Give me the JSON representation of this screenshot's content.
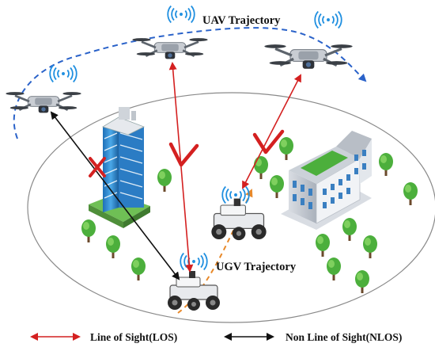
{
  "labels": {
    "uav_trajectory": "UAV Trajectory",
    "ugv_trajectory": "UGV Trajectory"
  },
  "legend": {
    "los": "Line of Sight(LOS)",
    "nlos": "Non Line of Sight(NLOS)"
  },
  "colors": {
    "los": "#d42020",
    "nlos": "#111111",
    "uav_path": "#2a62c9",
    "ugv_path": "#e8892a",
    "signal": "#1f8fe0",
    "ellipse": "#8a8a8a"
  },
  "icons": {
    "uav": "drone-icon",
    "ugv": "robot-vehicle-icon",
    "signal": "wifi-signal-icon",
    "building": "building-icon",
    "tree": "tree-icon",
    "check": "check-mark-icon",
    "cross": "x-mark-icon"
  }
}
